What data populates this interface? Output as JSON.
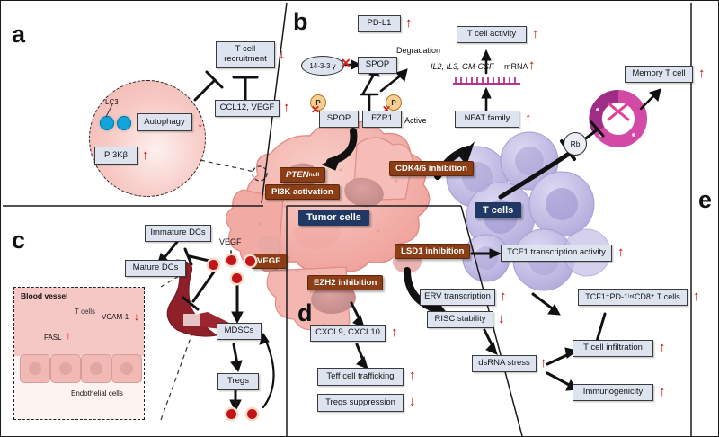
{
  "figure": {
    "panels": [
      "a",
      "b",
      "c",
      "d",
      "e"
    ]
  },
  "panel_a": {
    "letter": "a",
    "boxes": [
      {
        "label": "T cell\nrecruitment",
        "arrow": "down"
      },
      {
        "label": "CCL12, VEGF",
        "arrow": "up"
      },
      {
        "label": "Autophagy",
        "arrow": "down"
      },
      {
        "label": "PI3Kβ",
        "arrow": "up"
      }
    ],
    "t_cell_recruitment": "T cell recruitment",
    "t_cell_recruitment_l1": "T cell",
    "t_cell_recruitment_l2": "recruitment",
    "ccl12_vegf": "CCL12, VEGF",
    "autophagy": "Autophagy",
    "pi3kb": "PI3Kβ",
    "lc3": "LC3"
  },
  "panel_b": {
    "letter": "b",
    "pdl1": "PD-L1",
    "degradation": "Degradation",
    "protein_14_3_3": "14-3-3 γ",
    "spop_top": "SPOP",
    "spop_bottom": "SPOP",
    "fzr1": "FZR1",
    "active": "Active",
    "phospho": "P",
    "t_cell_activity": "T cell activity",
    "cytokines": "IL2, IL3, GM-CSF",
    "mrna": "mRNA",
    "nfat": "NFAT family",
    "memory_t_cell": "Memory T cell",
    "rb": "Rb"
  },
  "panel_c": {
    "letter": "c",
    "immature_dcs": "Immature DCs",
    "mature_dcs": "Mature DCs",
    "vegf_label": "VEGF",
    "mdscs": "MDSCs",
    "tregs": "Tregs",
    "inset": {
      "title": "Blood vessel",
      "t_cells": "T cells",
      "vcam1": "VCAM-1",
      "fasl": "FASL",
      "endothelial": "Endothelial cells"
    }
  },
  "panel_d": {
    "letter": "d",
    "cxcl": "CXCL9, CXCL10",
    "teff": "Teff cell trafficking",
    "tregs_suppression": "Tregs suppression"
  },
  "panel_e": {
    "letter": "e",
    "erv": "ERV transcription",
    "risc": "RISC stability",
    "dsrna": "dsRNA stress",
    "tcf1_activity": "TCF1 transcription activity",
    "tcf1_cells": "TCF1⁺PD-1ⁱⁿᵗCD8⁺ T cells",
    "t_cell_infiltration": "T cell infiltration",
    "immunogenicity": "Immunogenicity"
  },
  "center": {
    "tumor_cells": "Tumor cells",
    "t_cells": "T cells",
    "pten_null": "PTEN",
    "pten_sup": "null",
    "pi3k_activation": "PI3K activation",
    "cdk46": "CDK4/6 inhibition",
    "lsd1": "LSD1 inhibition",
    "ezh2": "EZH2 inhibition",
    "vegf_tag": "VEGF"
  },
  "arrows": {
    "up": "↑",
    "down": "↓"
  },
  "colors": {
    "box_fill": "#dde4f0",
    "box_border": "#3a3a3a",
    "tag_brown": "#8b3d15",
    "navy": "#1f3864",
    "red_arrow": "#cc0000",
    "tumor_pink": "#f3b0ab",
    "tcell_purple": "#b9b3e0",
    "vegf_dot": "#c1151b",
    "mrna_magenta": "#b5338f"
  }
}
